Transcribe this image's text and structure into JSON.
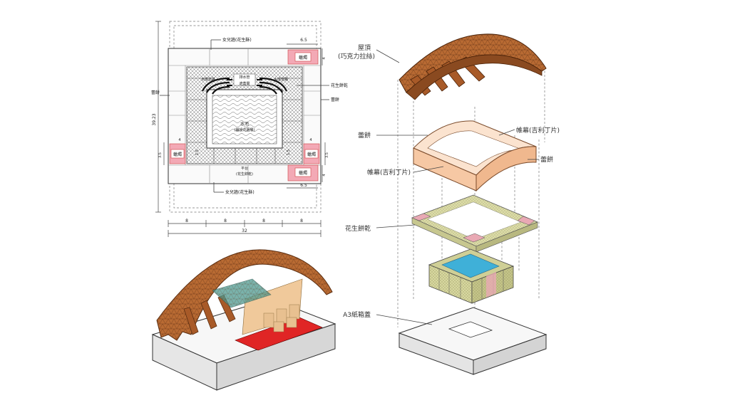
{
  "plan": {
    "top_label": "女兒牆(花生酥)",
    "bottom_label": "女兒牆(花生酥)",
    "candle": "蠟燭",
    "water_pipe_left": "水環管路",
    "water_pipe_right": "水環管路",
    "drain_pipe": "排水管",
    "water_cover": "遮蓋層",
    "pool_name": "水池",
    "pool_sub": "(鋪設花園層)",
    "platform": "平台",
    "platform_sub": "(花生餅乾)",
    "right_note": "花生餅乾",
    "right_wall": "蕾餅",
    "left_wall": "蕾餅",
    "dim_total_h": "39.23",
    "dim_total_w": "32",
    "dim_seg": [
      "8",
      "8",
      "8",
      "8"
    ],
    "dim_65_top": "6.5",
    "dim_65_bot": "6.5",
    "dim_4_a": "4",
    "dim_4_b": "4",
    "dim_4_c": "4",
    "dim_35_l": "3.5",
    "dim_35_r": "3.5",
    "dim_15_l": "1.5",
    "dim_15_r": "1.5",
    "dim_4_d": "4"
  },
  "exploded": {
    "roof_label": "屋頂",
    "roof_sub": "(巧克力拉絲)",
    "wall_left_label": "蕾餅",
    "curtain_top_label": "帷幕(吉利丁片)",
    "wall_right_label": "蕾餅",
    "curtain_bottom_label": "帷幕(吉利丁片)",
    "cookie_label": "花生餅乾",
    "base_label": "A3紙箱蓋"
  },
  "colors": {
    "roof": "#b86a33",
    "roof_dark": "#8a4a20",
    "wall": "#f6c8a4",
    "cookie": "#d9d9a6",
    "pink": "#e9a9b4",
    "water": "#4fb6d9",
    "base": "#f2f2f2"
  }
}
